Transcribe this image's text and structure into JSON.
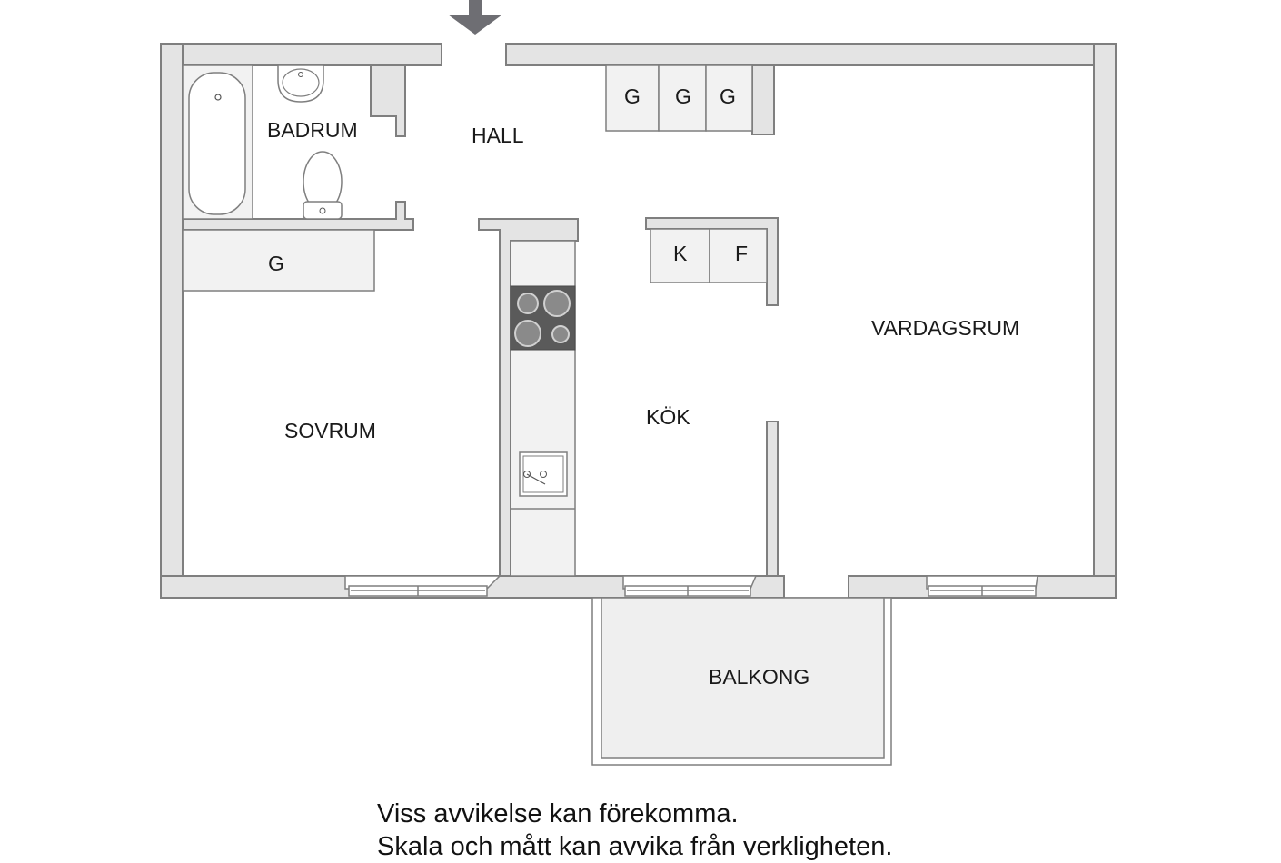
{
  "rooms": {
    "badrum": "BADRUM",
    "hall": "HALL",
    "sovrum": "SOVRUM",
    "kok": "KÖK",
    "vardagsrum": "VARDAGSRUM",
    "balkong": "BALKONG"
  },
  "fixtures": {
    "closet": "G",
    "fridge": "K",
    "freezer": "F"
  },
  "disclaimer": {
    "line1": "Viss avvikelse kan förekomma.",
    "line2": "Skala och mått kan avvika från verkligheten."
  },
  "colors": {
    "wall_fill": "#e4e4e4",
    "wall_stroke": "#7f7f7f",
    "entrance_arrow": "#6e6e73",
    "stove": "#5a5a5a"
  }
}
